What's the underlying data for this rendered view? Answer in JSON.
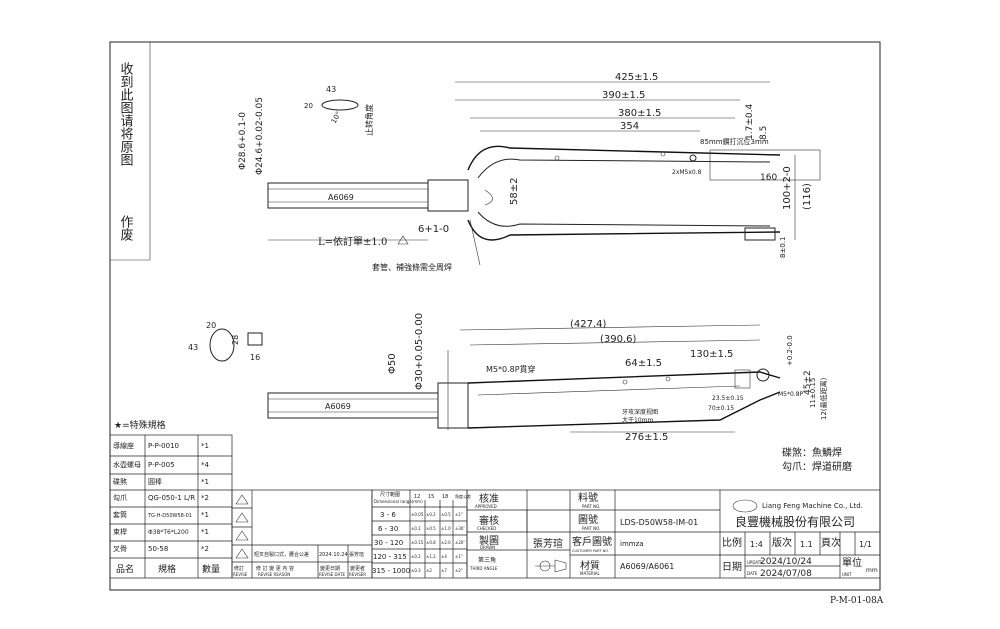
{
  "side_notes": {
    "receipt_note": "收到此图请将原图",
    "void_note": "作废"
  },
  "top_view": {
    "dim_425": "425±1.5",
    "dim_390": "390±1.5",
    "dim_380": "380±1.5",
    "dim_354": "354",
    "dim_17": "1.7±0.4",
    "dim_85": "8.5",
    "dim_160": "160",
    "dim_100": "100+2-0",
    "dim_116": "(116)",
    "dim_58": "58±2",
    "dim_6": "6+1-0",
    "dim_8": "8±0.1",
    "dim_286": "Φ28.6+0.1-0",
    "dim_246": "Φ24.6+0.02-0.05",
    "note_85mm": "85mm鑽打沉位3mm",
    "note_m5": "2xM5x0.8",
    "material": "A6069",
    "length_note": "L=依訂單±1.0",
    "weld_note": "套管、補強條需全周焊",
    "detail_43": "43",
    "detail_20": "20",
    "detail_10": "10°",
    "detail_stop": "止转角度"
  },
  "side_view": {
    "dim_4274": "(427.4)",
    "dim_3906": "(390.6)",
    "dim_64": "64±1.5",
    "dim_130": "130±1.5",
    "dim_276": "276±1.5",
    "dim_45": "45±2",
    "dim_50": "Φ50",
    "dim_30": "Φ30+0.05-0.00",
    "dim_02": "+0.2-0.0",
    "dim_12": "12(最低距离)",
    "dim_11": "11±0.15",
    "dim_70": "70±0.15",
    "dim_235": "23.5±0.15",
    "note_m5": "M5*0.8P貫穿",
    "note_m5b": "M5*0.8P",
    "note_depth": "牙攻深度视图",
    "note_depth2": "大于10mm",
    "material": "A6069",
    "detail_20": "20",
    "detail_28": "28",
    "detail_43": "43",
    "detail_16": "16"
  },
  "weld_notes": {
    "line1": "碟煞：魚鱗焊",
    "line2": "勾爪：焊道研磨"
  },
  "bom": {
    "legend": "★=特殊規格",
    "rows": [
      {
        "name": "導線座",
        "spec": "P-P-0010",
        "qty": "*1"
      },
      {
        "name": "水壺螺母",
        "spec": "P-P-005",
        "qty": "*4"
      },
      {
        "name": "碟煞",
        "spec": "圓棒",
        "qty": "*1"
      },
      {
        "name": "勾爪",
        "spec": "QG-050-1 L/R",
        "qty": "*2"
      },
      {
        "name": "套筒",
        "spec": "TG-H-D50W58-01",
        "qty": "*1"
      },
      {
        "name": "束桿",
        "spec": "Φ38*T6*L200",
        "qty": "*1"
      },
      {
        "name": "叉骨",
        "spec": "50-58",
        "qty": "*2"
      }
    ],
    "header_name": "品名",
    "header_spec": "規格",
    "header_qty": "數量"
  },
  "revisions": {
    "rev_desc": "短叉自製口式，腰合公差",
    "rev_date": "2024.10.24",
    "rev_by": "張芳瑄",
    "col_rev": "修訂",
    "col_desc": "修 訂 變 更 內 容",
    "col_date": "變更日期",
    "col_by": "變更者",
    "col_mark": "REVISE",
    "col_reason": "REVISE REASON",
    "col_rdate": "REVISE DATE",
    "col_reviser": "REVISER"
  },
  "tolerance": {
    "header": "尺寸範圍",
    "header_en": "Dimensional range(mm)",
    "angle_header": "角度公差",
    "ranges": [
      "3 - 6",
      "6 - 30",
      "30 - 120",
      "120 - 315",
      "315 - 1000"
    ],
    "grades": [
      "12",
      "15",
      "18"
    ],
    "vals": [
      [
        "±0.05",
        "±0.2",
        "±0.5",
        "±1°"
      ],
      [
        "±0.1",
        "±0.5",
        "±1.0",
        "±30'"
      ],
      [
        "±0.15",
        "±0.8",
        "±2.0",
        "±20'"
      ],
      [
        "±0.2",
        "±1.2",
        "±4",
        "±1°"
      ],
      [
        "±0.3",
        "±2",
        "±7",
        "±2°"
      ]
    ]
  },
  "title_block": {
    "approved": "核准",
    "approved_en": "APPROVED",
    "checked": "審核",
    "checked_en": "CHECKED",
    "drawn": "製圖",
    "drawn_en": "DRAWN",
    "drawer": "張芳瑄",
    "projection": "第三角",
    "projection_en": "THIRD ANGLE",
    "part_name": "料號",
    "part_name_en": "PART NO.",
    "drawing_no": "圖號",
    "drawing_no_en": "PART NO.",
    "drawing_value": "LDS-D50W58-IM-01",
    "customer_no": "客戶圖號",
    "customer_no_en": "CUSTOMER PART NO.",
    "customer_value": "immza",
    "material_label": "材質",
    "material_label_en": "MATERIAL",
    "material_value": "A6069/A6061",
    "company_en": "Liang Feng Machine Co., Ltd.",
    "company": "良豐機械股份有限公司",
    "scale_label": "比例",
    "scale_value": "1:4",
    "version_label": "版次",
    "version_value": "1.1",
    "page_label": "頁次",
    "page_value": "1/1",
    "date_label": "日期",
    "update_label": "UPDATE",
    "update_value": "2024/10/24",
    "date_en": "DATE",
    "date_value": "2024/07/08",
    "unit_label": "單位",
    "unit_en": "UNIT",
    "unit_value": "mm"
  },
  "form_code": "P-M-01-08A"
}
